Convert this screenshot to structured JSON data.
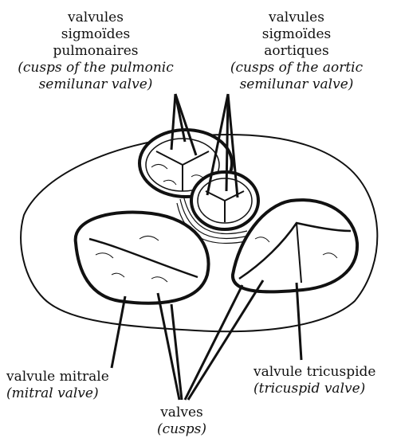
{
  "labels": {
    "pulmonic": {
      "fr": [
        "valvules",
        "sigmoïdes",
        "pulmonaires"
      ],
      "en": [
        "(cusps of the pulmonic",
        "semilunar valve)"
      ]
    },
    "aortic": {
      "fr": [
        "valvules",
        "sigmoïdes",
        "aortiques"
      ],
      "en": [
        "(cusps of the aortic",
        "semilunar valve)"
      ]
    },
    "mitral": {
      "fr": "valvule mitrale",
      "en": "(mitral valve)"
    },
    "tricuspid": {
      "fr": "valvule tricuspide",
      "en": "(tricuspid valve)"
    },
    "cusps": {
      "fr": "valves",
      "en": "(cusps)"
    }
  },
  "colors": {
    "ink": "#111111",
    "background": "#ffffff"
  }
}
